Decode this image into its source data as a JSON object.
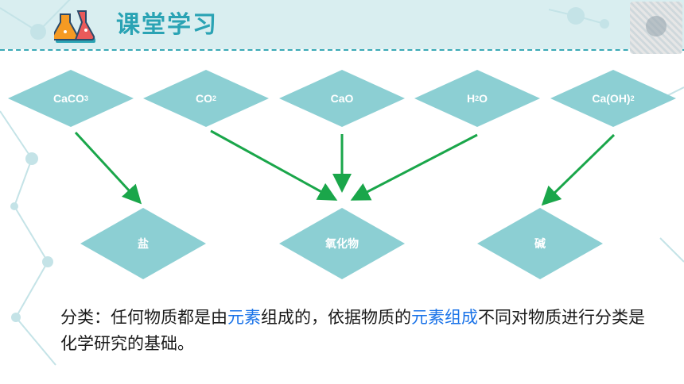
{
  "header": {
    "title": "课堂学习",
    "icon": "flask-icon",
    "accent_color": "#2aa3b4"
  },
  "top_row": [
    {
      "text": "CaCO",
      "sub": "3",
      "tail": ""
    },
    {
      "text": "CO",
      "sub": "2",
      "tail": ""
    },
    {
      "text": "CaO",
      "sub": "",
      "tail": ""
    },
    {
      "text": "H",
      "sub": "2",
      "tail": "O"
    },
    {
      "text": "Ca(OH)",
      "sub": "2",
      "tail": ""
    }
  ],
  "bottom_row": [
    {
      "text": "盐"
    },
    {
      "text": "氧化物"
    },
    {
      "text": "碱"
    }
  ],
  "caption": {
    "p1": "分类：任何物质都是由",
    "h1": "元素",
    "p2": "组成的，依据物质的",
    "h2": "元素组成",
    "p3": "不同对物质进行分类是化学研究的基础。"
  },
  "colors": {
    "diamond_fill": "#8ccfd3",
    "arrow": "#1aa64a",
    "highlight": "#1a73e8"
  }
}
